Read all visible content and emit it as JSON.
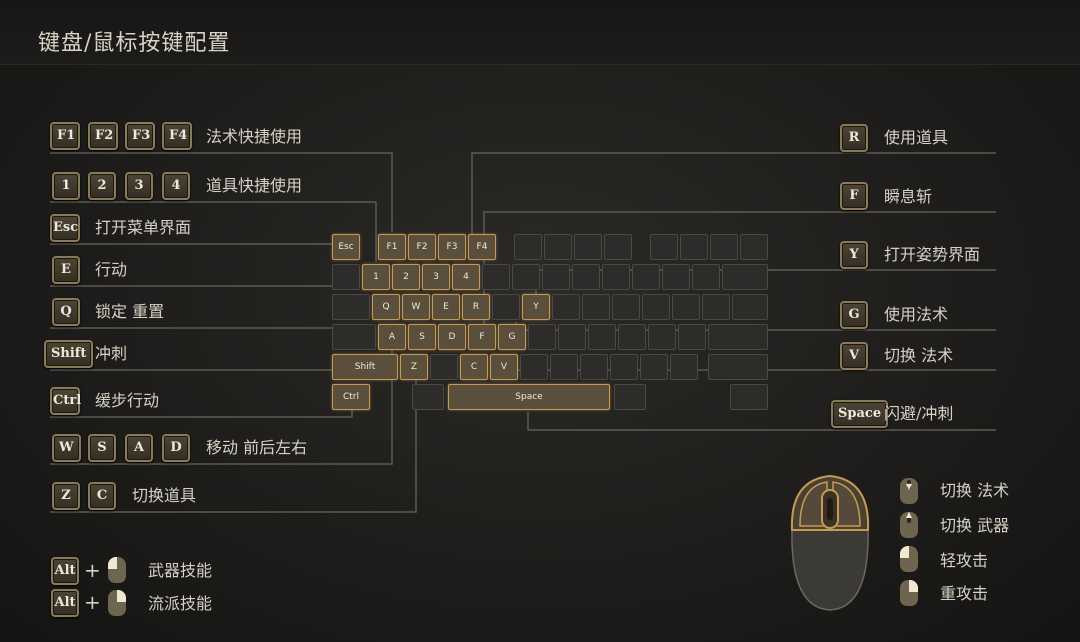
{
  "title": "键盘/鼠标按键配置",
  "left_bindings": {
    "row1": {
      "keys": [
        "F1",
        "F2",
        "F3",
        "F4"
      ],
      "action": "法术快捷使用"
    },
    "row2": {
      "keys": [
        "1",
        "2",
        "3",
        "4"
      ],
      "action": "道具快捷使用"
    },
    "row3": {
      "keys": [
        "Esc"
      ],
      "action": "打开菜单界面"
    },
    "row4": {
      "keys": [
        "E"
      ],
      "action": "行动"
    },
    "row5": {
      "keys": [
        "Q"
      ],
      "action": "锁定 重置"
    },
    "row6": {
      "keys": [
        "Shift"
      ],
      "action": "冲刺"
    },
    "row7": {
      "keys": [
        "Ctrl"
      ],
      "action": "缓步行动"
    },
    "row8": {
      "keys": [
        "W",
        "S",
        "A",
        "D"
      ],
      "action": "移动 前后左右"
    },
    "row9": {
      "keys": [
        "Z",
        "C"
      ],
      "action": "切换道具"
    }
  },
  "right_bindings": {
    "r1": {
      "key": "R",
      "action": "使用道具"
    },
    "r2": {
      "key": "F",
      "action": "瞬息斩"
    },
    "r3": {
      "key": "Y",
      "action": "打开姿势界面"
    },
    "r4": {
      "key": "G",
      "action": "使用法术"
    },
    "r5": {
      "key": "V",
      "action": "切换 法术"
    },
    "r6": {
      "key": "Space",
      "action": "闪避/冲刺"
    }
  },
  "combos": {
    "c1": {
      "key": "Alt",
      "plus": "+",
      "action": "武器技能"
    },
    "c2": {
      "key": "Alt",
      "plus": "+",
      "action": "流派技能"
    }
  },
  "mouse_bindings": {
    "m1": {
      "action": "切换 法术"
    },
    "m2": {
      "action": "切换 武器"
    },
    "m3": {
      "action": "轻攻击"
    },
    "m4": {
      "action": "重攻击"
    }
  },
  "keyboard": {
    "esc": "Esc",
    "f1": "F1",
    "f2": "F2",
    "f3": "F3",
    "f4": "F4",
    "n1": "1",
    "n2": "2",
    "n3": "3",
    "n4": "4",
    "q": "Q",
    "w": "W",
    "e": "E",
    "r": "R",
    "y": "Y",
    "a": "A",
    "s": "S",
    "d": "D",
    "f": "F",
    "g": "G",
    "shift": "Shift",
    "z": "Z",
    "c": "C",
    "v": "V",
    "ctrl": "Ctrl",
    "space": "Space"
  },
  "colors": {
    "highlight": "#c59a55",
    "text": "#d6d1c4",
    "background": "#1e1d1b"
  }
}
